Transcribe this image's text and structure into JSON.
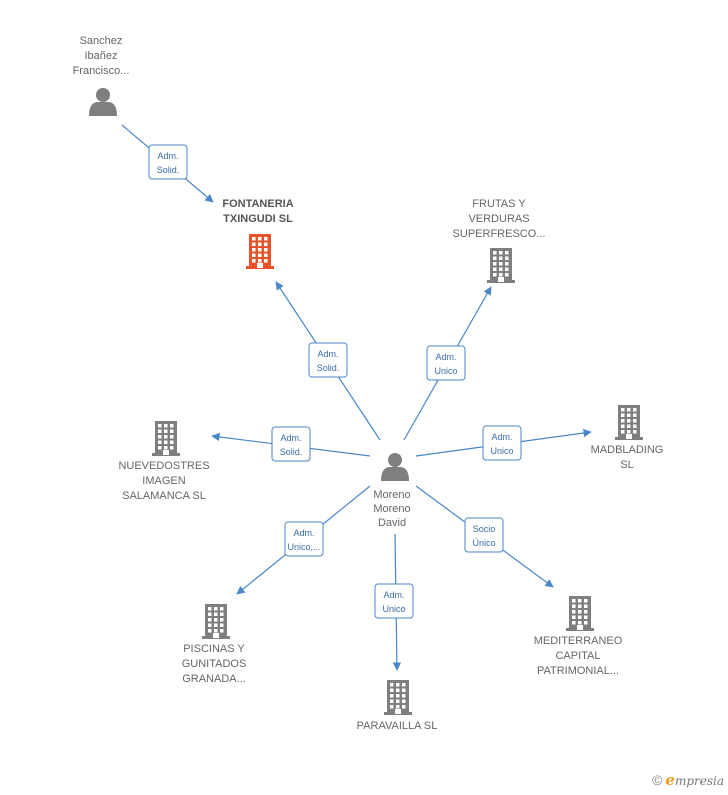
{
  "colors": {
    "edge": "#4a86c8",
    "company": "#7f7f7f",
    "company_highlight": "#e8532a",
    "person": "#7f7f7f"
  },
  "nodes": [
    {
      "id": "sanchez",
      "kind": "person",
      "lines": [
        "Sanchez",
        "Ibañez",
        "Francisco..."
      ]
    },
    {
      "id": "fontaneria",
      "kind": "company",
      "highlight": true,
      "lines": [
        "FONTANERIA",
        "TXINGUDI  SL"
      ]
    },
    {
      "id": "frutas",
      "kind": "company",
      "lines": [
        "FRUTAS Y",
        "VERDURAS",
        "SUPERFRESCO..."
      ]
    },
    {
      "id": "nuevedostres",
      "kind": "company",
      "lines": [
        "NUEVEDOSTRES",
        "IMAGEN",
        "SALAMANCA SL"
      ]
    },
    {
      "id": "madblading",
      "kind": "company",
      "lines": [
        "MADBLADING",
        "SL"
      ]
    },
    {
      "id": "moreno",
      "kind": "person",
      "lines": [
        "Moreno",
        "Moreno",
        "David"
      ]
    },
    {
      "id": "piscinas",
      "kind": "company",
      "lines": [
        "PISCINAS Y",
        "GUNITADOS",
        "GRANADA..."
      ]
    },
    {
      "id": "paravailla",
      "kind": "company",
      "lines": [
        "PARAVAILLA SL"
      ]
    },
    {
      "id": "mediterraneo",
      "kind": "company",
      "lines": [
        "MEDITERRANEO",
        "CAPITAL",
        "PATRIMONIAL..."
      ]
    }
  ],
  "edges": [
    {
      "from": "sanchez",
      "to": "fontaneria",
      "label": [
        "Adm.",
        "Solid."
      ]
    },
    {
      "from": "moreno",
      "to": "fontaneria",
      "label": [
        "Adm.",
        "Solid."
      ]
    },
    {
      "from": "moreno",
      "to": "frutas",
      "label": [
        "Adm.",
        "Unico"
      ]
    },
    {
      "from": "moreno",
      "to": "nuevedostres",
      "label": [
        "Adm.",
        "Solid."
      ]
    },
    {
      "from": "moreno",
      "to": "madblading",
      "label": [
        "Adm.",
        "Unico"
      ]
    },
    {
      "from": "moreno",
      "to": "piscinas",
      "label": [
        "Adm.",
        "Unico,..."
      ]
    },
    {
      "from": "moreno",
      "to": "paravailla",
      "label": [
        "Adm.",
        "Unico"
      ]
    },
    {
      "from": "moreno",
      "to": "mediterraneo",
      "label": [
        "Socio",
        "Único"
      ]
    }
  ],
  "brand": {
    "copyright": "©",
    "initial": "e",
    "rest": "mpresia"
  }
}
